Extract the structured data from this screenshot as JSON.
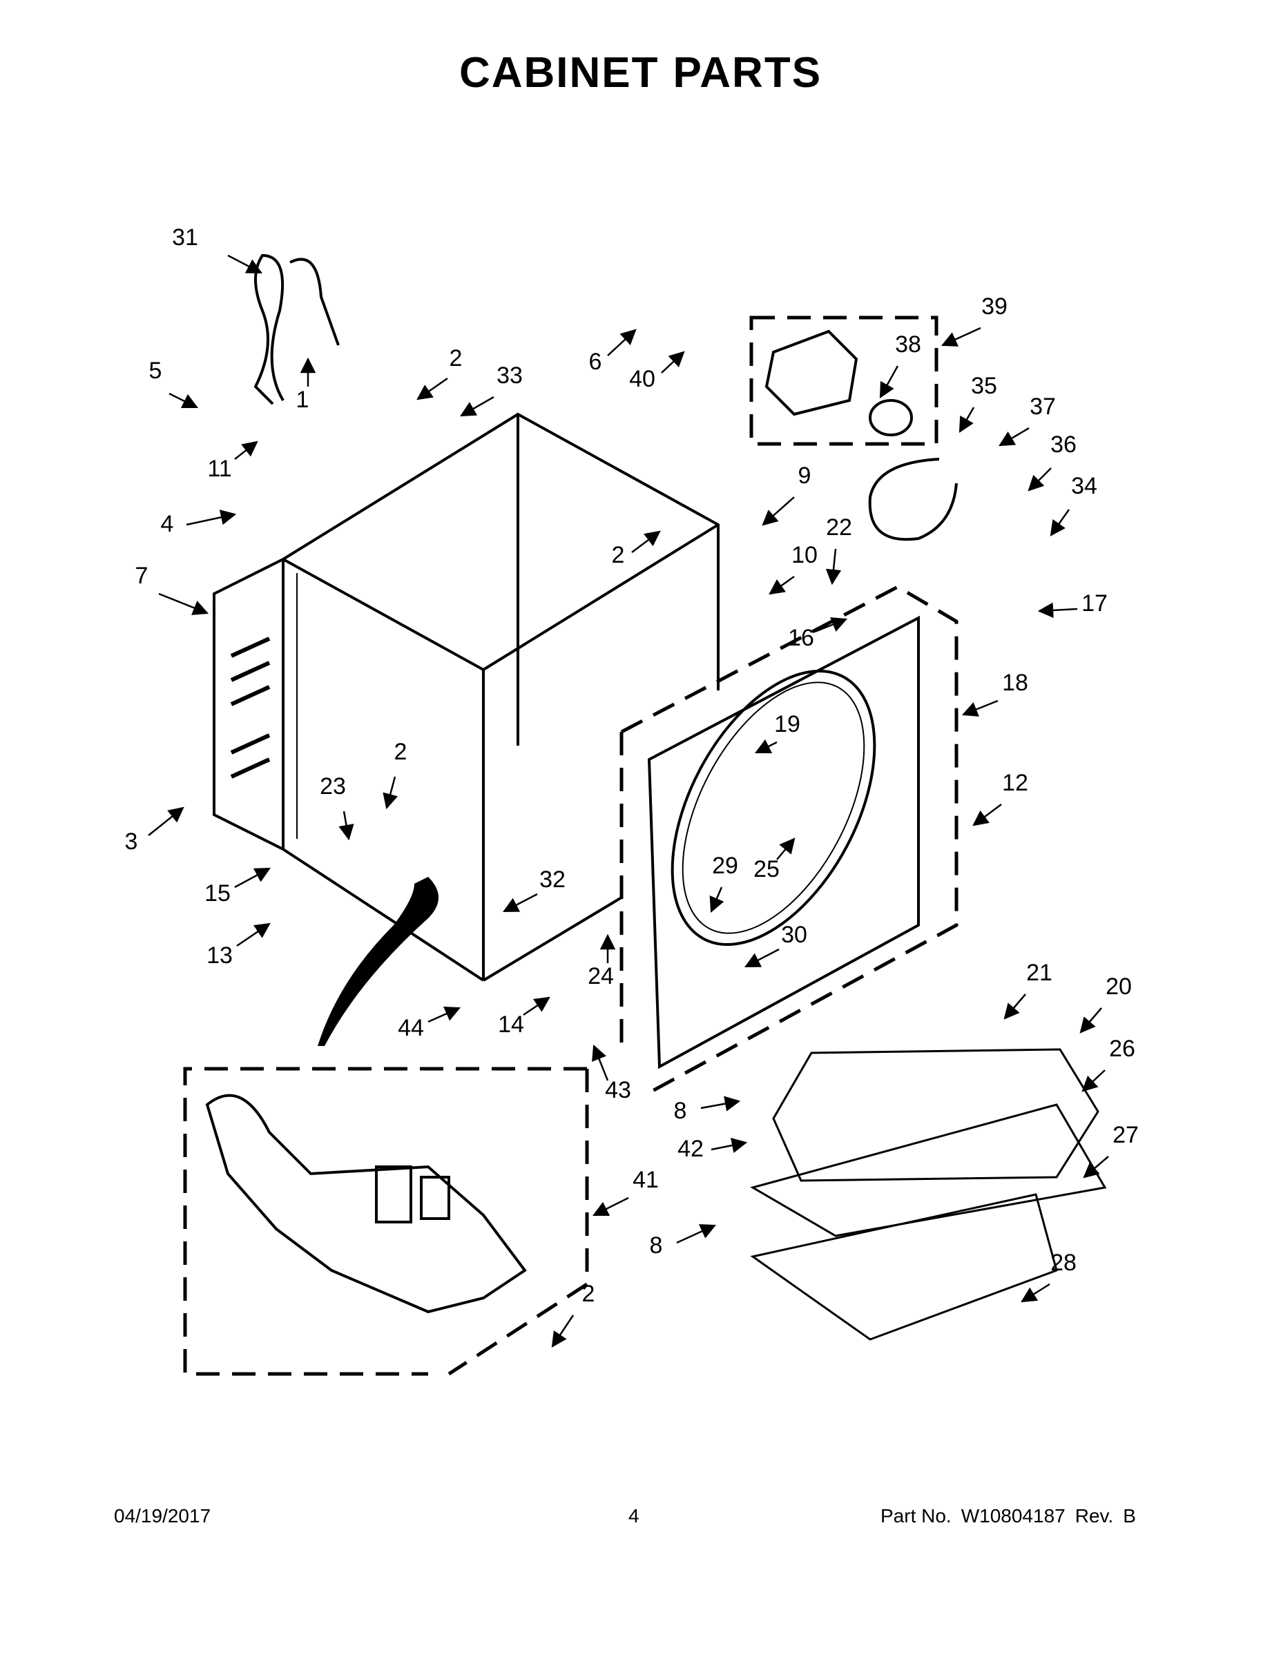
{
  "title": {
    "word1": "CABINET",
    "word2": "PARTS"
  },
  "callouts": [
    "31",
    "1",
    "2",
    "33",
    "5",
    "11",
    "4",
    "7",
    "3",
    "15",
    "13",
    "23",
    "2",
    "6",
    "40",
    "39",
    "38",
    "9",
    "2",
    "10",
    "35",
    "37",
    "36",
    "34",
    "22",
    "16",
    "17",
    "18",
    "19",
    "12",
    "25",
    "29",
    "32",
    "24",
    "14",
    "44",
    "43",
    "30",
    "21",
    "20",
    "26",
    "8",
    "42",
    "27",
    "8",
    "28",
    "41",
    "2"
  ],
  "footer": {
    "date": "04/19/2017",
    "page": "4",
    "part_label": "Part No.",
    "part_number": "W10804187",
    "rev_label": "Rev.",
    "rev_value": "B"
  }
}
